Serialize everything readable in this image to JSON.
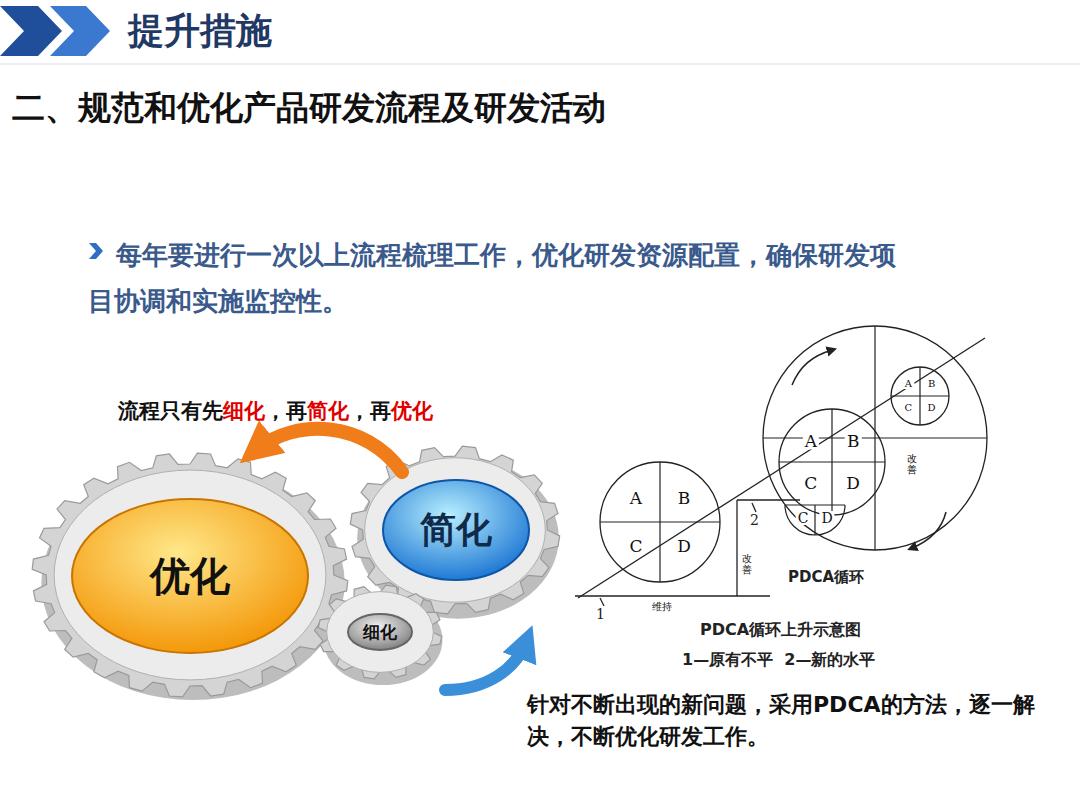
{
  "diagram": {
    "title": "提升措施",
    "nodes": [
      {
        "text": [
          "优化"
        ]
      },
      {
        "text": [
          "简化"
        ]
      },
      {
        "text": [
          "细化"
        ]
      },
      {
        "text": [
          "A",
          "B",
          "C",
          "D"
        ]
      },
      {
        "text": [
          "改善"
        ]
      },
      {
        "text": [
          "A",
          "B",
          "C",
          "D"
        ],
        "in": 4
      },
      {
        "text": [
          "A",
          "B",
          "C",
          "D"
        ],
        "in": 4
      },
      {
        "text": [
          "C",
          "D"
        ],
        "in": 4
      }
    ],
    "labels": [
      "二、规范和优化产品研发流程及研发活动",
      "每年要进行一次以上流程梳理工作，优化研发资源配置，确保研发项目协调和实施监控性。",
      "流程只有先",
      "细化",
      "，再",
      "简化",
      "，再",
      "优化",
      "1",
      "维持",
      "2",
      "改善",
      "PDCA循环",
      "PDCA循环上升示意图",
      "1—原有不平  2—新的水平",
      "针对不断出现的新问题，采用PDCA的方法，逐一解决，不断优化研发工作。"
    ]
  }
}
